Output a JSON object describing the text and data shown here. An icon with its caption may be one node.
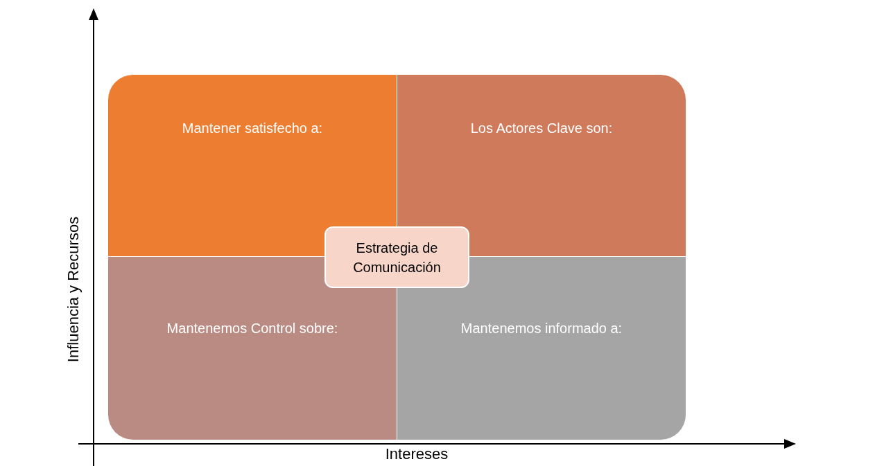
{
  "diagram": {
    "nodes": [
      {
        "text": [
          "Mantener satisfecho a:"
        ]
      },
      {
        "text": [
          "Los Actores Clave son:"
        ]
      },
      {
        "text": [
          "Mantenemos Control sobre:"
        ]
      },
      {
        "text": [
          "Mantenemos informado a:"
        ]
      },
      {
        "text": [
          "Estrategia de Comunicación"
        ]
      }
    ],
    "labels": [
      "Influencia y Recursos",
      "Intereses"
    ]
  }
}
